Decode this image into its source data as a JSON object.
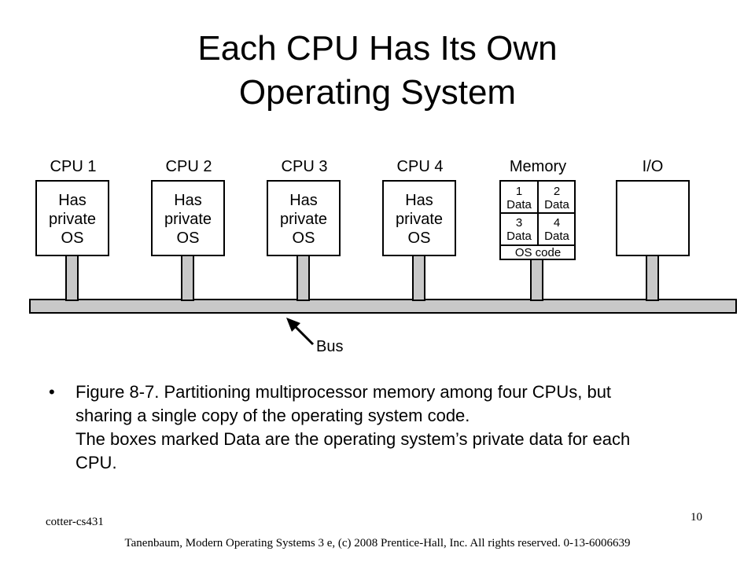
{
  "slide": {
    "title_line1": "Each CPU Has Its Own",
    "title_line2": "Operating System",
    "bullet": "•",
    "caption_line1": "Figure 8-7. Partitioning multiprocessor memory among four CPUs, but",
    "caption_line2": "sharing a single copy of the operating system code.",
    "caption_line3": "The boxes marked Data are the operating system’s private data for each",
    "caption_line4": "CPU.",
    "author": "cotter-cs431",
    "page_number": "10",
    "footer": "Tanenbaum, Modern Operating Systems 3 e, (c) 2008 Prentice-Hall, Inc. All rights reserved. 0-13-6006639"
  },
  "diagram": {
    "cpus": [
      {
        "label": "CPU 1",
        "line1": "Has",
        "line2": "private",
        "line3": "OS"
      },
      {
        "label": "CPU 2",
        "line1": "Has",
        "line2": "private",
        "line3": "OS"
      },
      {
        "label": "CPU 3",
        "line1": "Has",
        "line2": "private",
        "line3": "OS"
      },
      {
        "label": "CPU 4",
        "line1": "Has",
        "line2": "private",
        "line3": "OS"
      }
    ],
    "memory": {
      "label": "Memory",
      "cells": [
        {
          "num": "1",
          "text": "Data"
        },
        {
          "num": "2",
          "text": "Data"
        },
        {
          "num": "3",
          "text": "Data"
        },
        {
          "num": "4",
          "text": "Data"
        }
      ],
      "os_code": "OS code"
    },
    "io": {
      "label": "I/O"
    },
    "bus": {
      "label": "Bus"
    }
  }
}
